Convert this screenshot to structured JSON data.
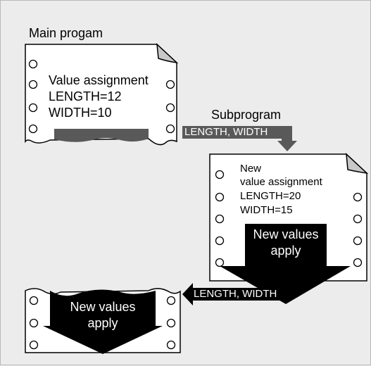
{
  "main_program": {
    "title": "Main progam",
    "line1": "Value assignment",
    "line2": "LENGTH=12",
    "line3": "WIDTH=10"
  },
  "subprogram": {
    "title": "Subprogram",
    "line1": "New",
    "line2": "value assignment",
    "line3": "LENGTH=20",
    "line4": "WIDTH=15",
    "apply_line1": "New values",
    "apply_line2": "apply"
  },
  "transfer_to_sub": "LENGTH, WIDTH",
  "transfer_back": "LENGTH, WIDTH",
  "main_return": {
    "apply_line1": "New values",
    "apply_line2": "apply"
  },
  "colors": {
    "background": "#ececec",
    "sheet": "#ffffff",
    "dark_band": "#595959",
    "black": "#000000",
    "fold": "#c8c8c8"
  }
}
